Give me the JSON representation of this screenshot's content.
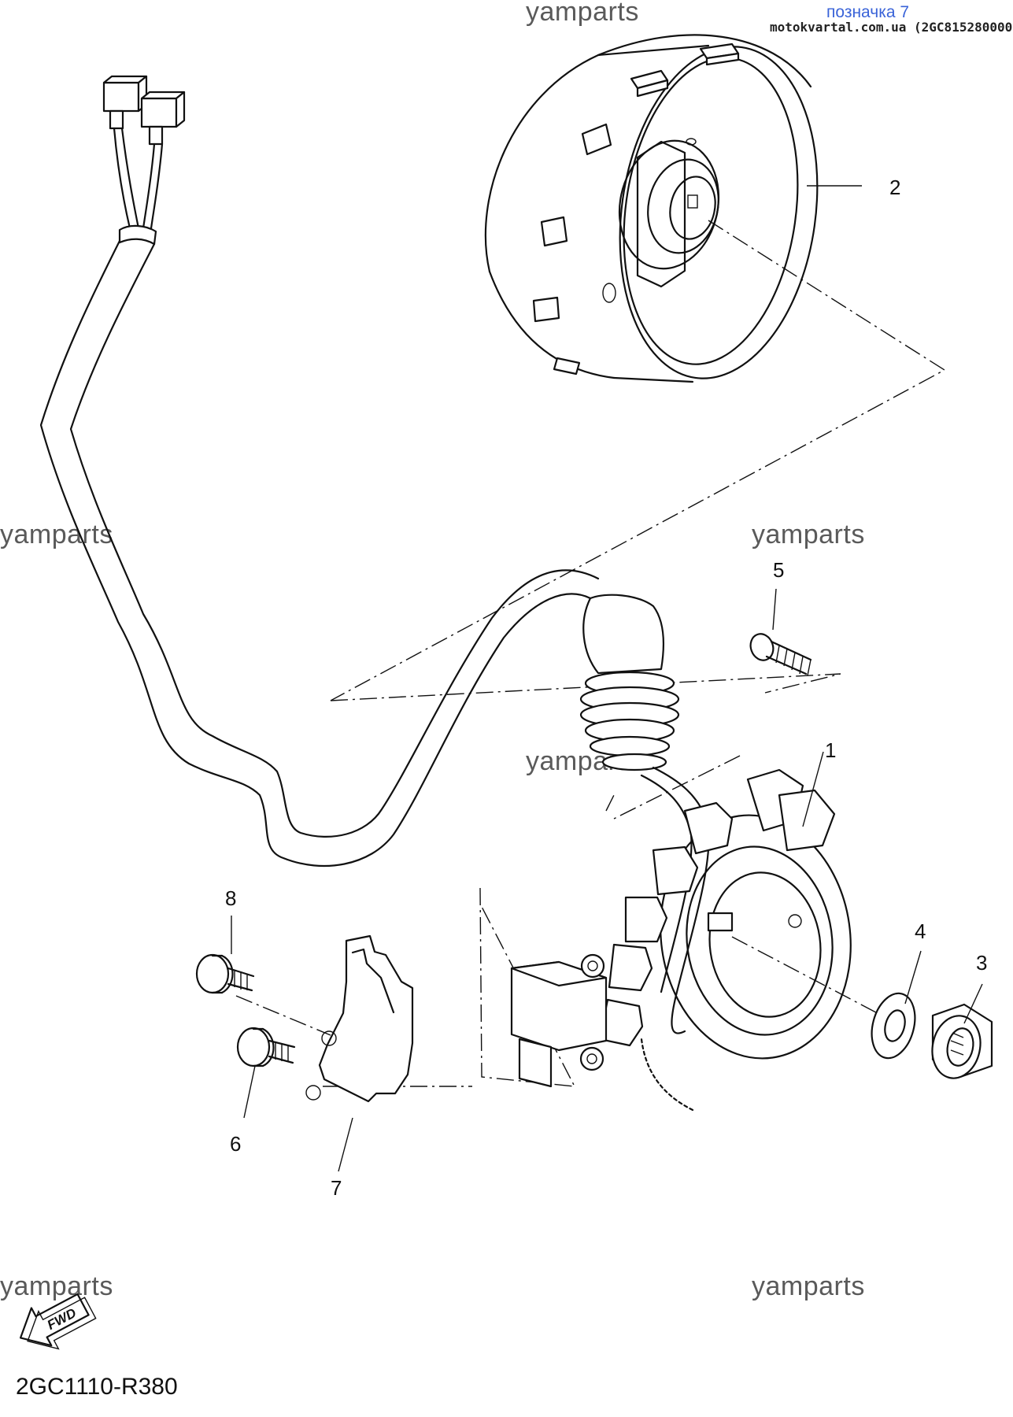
{
  "header": {
    "tag_label": "позначка 7",
    "site_ref": "motokvartal.com.ua (2GC815280000)"
  },
  "watermarks": [
    "yamparts",
    "yamparts",
    "yamparts",
    "yamparts",
    "yamparts",
    "yamparts"
  ],
  "callouts": [
    "1",
    "2",
    "3",
    "4",
    "5",
    "6",
    "7",
    "8"
  ],
  "fwd_badge": "FWD",
  "diagram_code": "2GC1110-R380"
}
